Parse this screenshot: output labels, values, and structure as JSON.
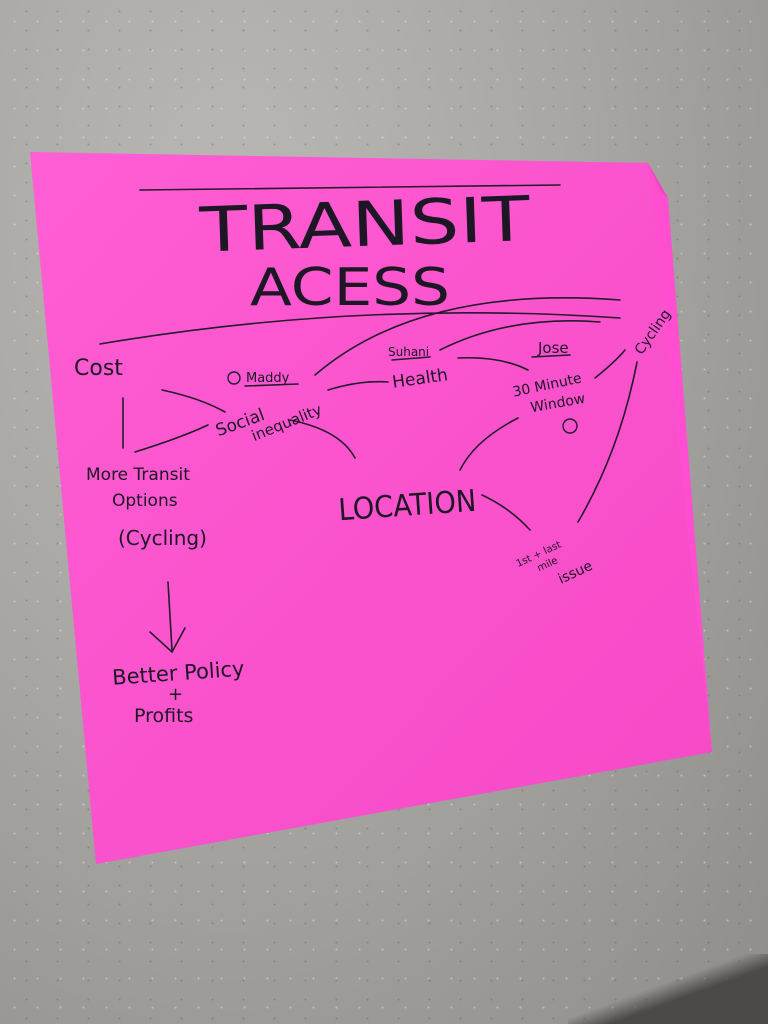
{
  "note": {
    "color": "#ff4fd0",
    "ink_color": "#1c1625",
    "title_line1": "TRANSIT",
    "title_line2": "ACESS",
    "nodes": {
      "cost": "Cost",
      "maddy": "Maddy",
      "social_1": "Social",
      "social_2": "inequality",
      "suhani": "Suhani",
      "health": "Health",
      "jose": "Jose",
      "window_1": "30 Minute",
      "window_2": "Window",
      "cycling_top": "Cycling",
      "more_1": "More Transit",
      "more_2": "Options",
      "more_3": "(Cycling)",
      "location": "LOCATION",
      "mile_1": "1st + last",
      "mile_2": "mile",
      "mile_3": "issue",
      "policy_1": "Better Policy",
      "policy_2": "+",
      "policy_3": "Profits"
    }
  }
}
